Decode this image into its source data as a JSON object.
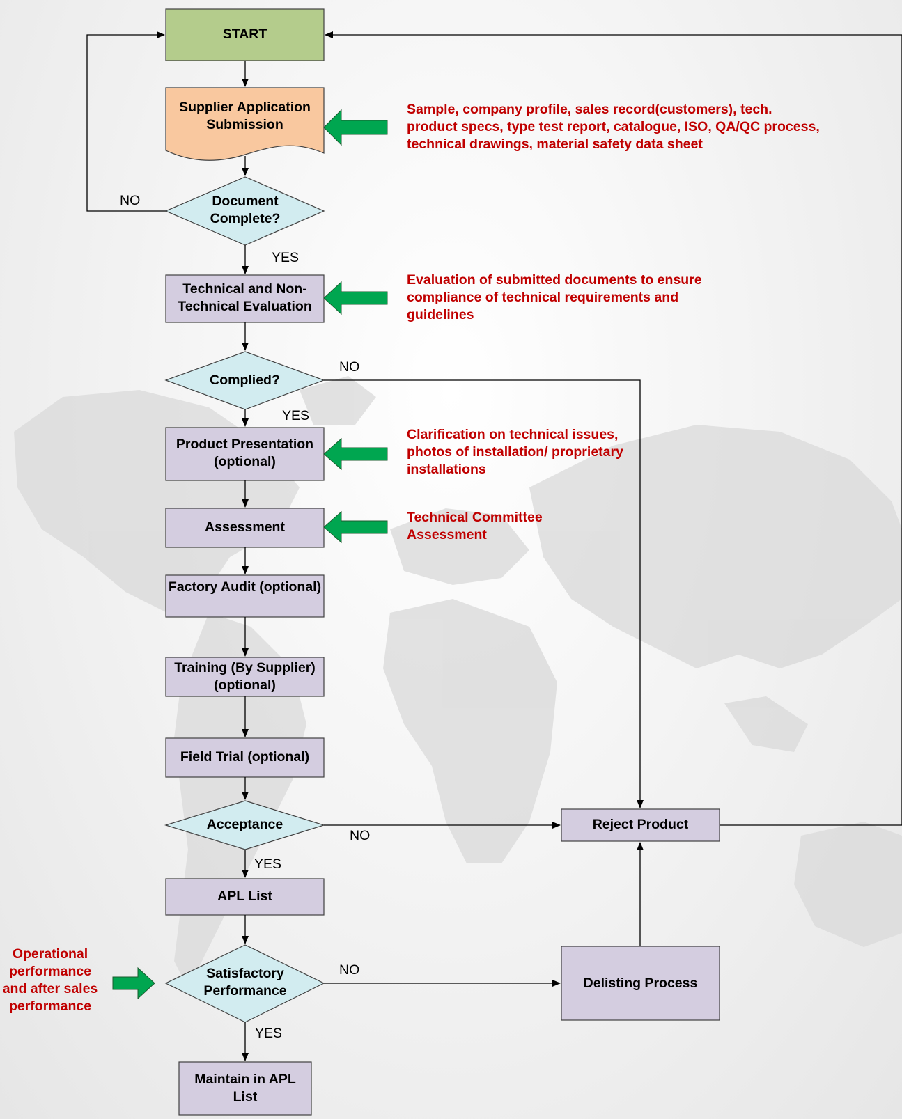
{
  "colors": {
    "start_fill": "#b4cc8c",
    "document_fill": "#f9c89f",
    "decision_fill": "#d2ecf0",
    "process_fill": "#d4cde0",
    "arrow_green": "#00a650",
    "note_red": "#c00000"
  },
  "nodes": {
    "start": "START",
    "supplier_application": "Supplier Application Submission",
    "document_complete": "Document Complete?",
    "evaluation": "Technical and Non-Technical Evaluation",
    "complied": "Complied?",
    "product_presentation": "Product Presentation (optional)",
    "assessment": "Assessment",
    "factory_audit": "Factory Audit (optional)",
    "training": "Training (By Supplier) (optional)",
    "field_trial": "Field Trial (optional)",
    "acceptance": "Acceptance",
    "apl_list": "APL List",
    "satisfactory_performance": "Satisfactory Performance",
    "maintain": "Maintain in APL List",
    "reject_product": "Reject Product",
    "delisting_process": "Delisting Process"
  },
  "edge_labels": {
    "document_no": "NO",
    "document_yes": "YES",
    "complied_no": "NO",
    "complied_yes": "YES",
    "acceptance_no": "NO",
    "acceptance_yes": "YES",
    "satisfactory_no": "NO",
    "satisfactory_yes": "YES"
  },
  "notes": {
    "submission": "Sample, company profile, sales record(customers), tech. product specs, type test report, catalogue, ISO, QA/QC process, technical drawings, material safety data sheet",
    "evaluation": "Evaluation of submitted documents to ensure compliance of technical requirements and guidelines",
    "presentation": "Clarification on technical issues, photos of installation/ proprietary installations",
    "assessment": "Technical Committee Assessment",
    "performance": "Operational performance and after sales performance"
  }
}
